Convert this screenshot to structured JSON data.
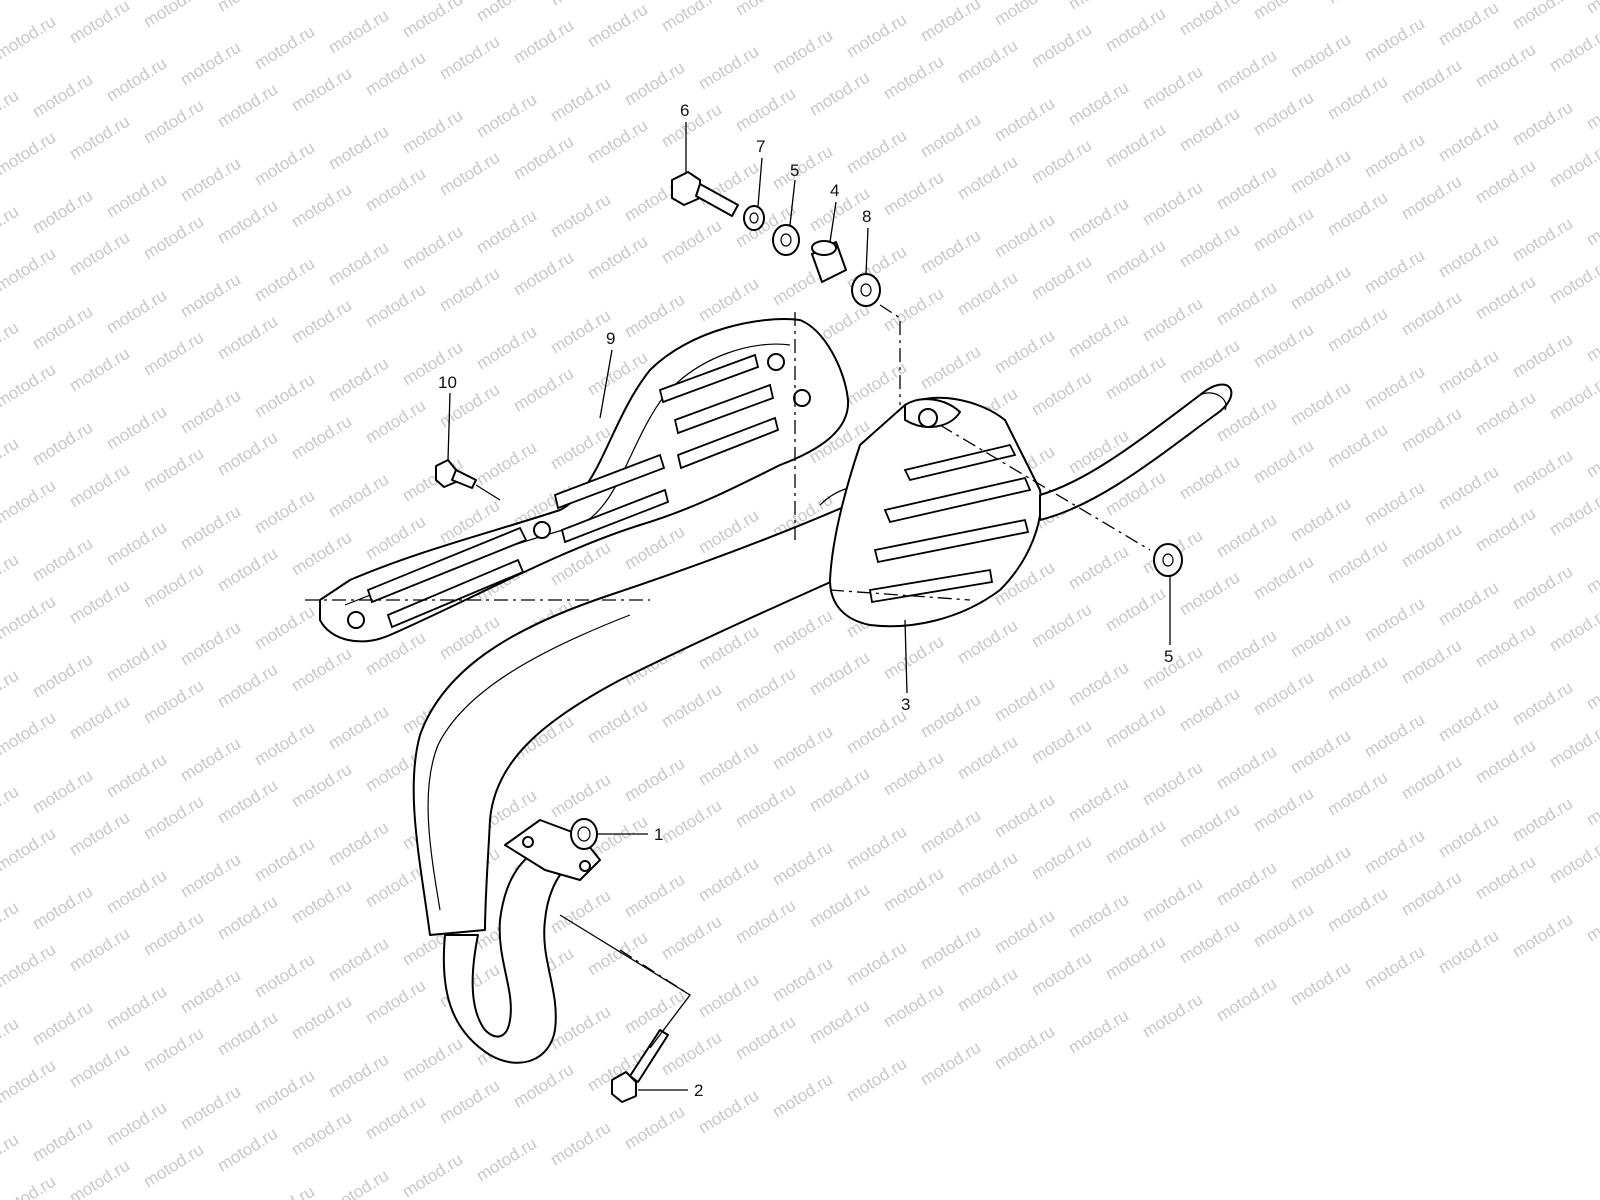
{
  "watermark": {
    "text": "motod.ru",
    "color": "#c8c8c8"
  },
  "callouts": [
    {
      "id": "1",
      "label": "1"
    },
    {
      "id": "2",
      "label": "2"
    },
    {
      "id": "3",
      "label": "3"
    },
    {
      "id": "4",
      "label": "4"
    },
    {
      "id": "5a",
      "label": "5"
    },
    {
      "id": "5b",
      "label": "5"
    },
    {
      "id": "6",
      "label": "6"
    },
    {
      "id": "7",
      "label": "7"
    },
    {
      "id": "8",
      "label": "8"
    },
    {
      "id": "9",
      "label": "9"
    },
    {
      "id": "10",
      "label": "10"
    }
  ]
}
